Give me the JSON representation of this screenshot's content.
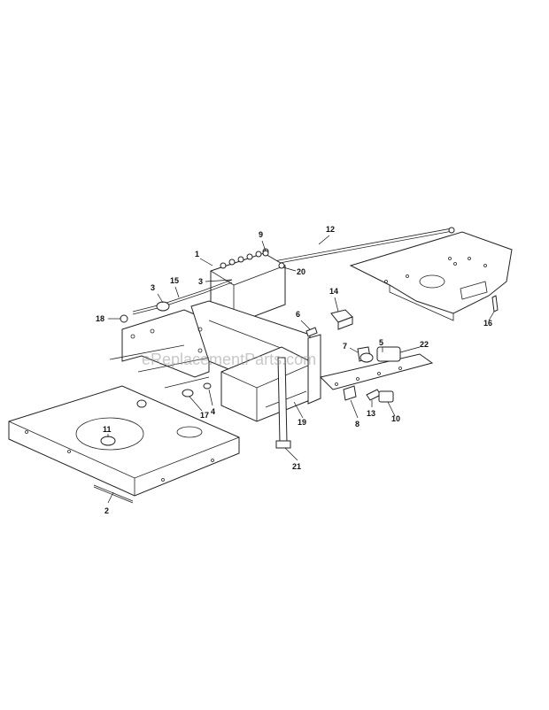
{
  "watermark": "eReplacementParts.com",
  "callouts": [
    {
      "id": "c1",
      "label": "1"
    },
    {
      "id": "c2",
      "label": "2"
    },
    {
      "id": "c3a",
      "label": "3"
    },
    {
      "id": "c3b",
      "label": "3"
    },
    {
      "id": "c4",
      "label": "4"
    },
    {
      "id": "c5",
      "label": "5"
    },
    {
      "id": "c6",
      "label": "6"
    },
    {
      "id": "c7",
      "label": "7"
    },
    {
      "id": "c8",
      "label": "8"
    },
    {
      "id": "c9",
      "label": "9"
    },
    {
      "id": "c10",
      "label": "10"
    },
    {
      "id": "c11",
      "label": "11"
    },
    {
      "id": "c12",
      "label": "12"
    },
    {
      "id": "c13",
      "label": "13"
    },
    {
      "id": "c14",
      "label": "14"
    },
    {
      "id": "c15",
      "label": "15"
    },
    {
      "id": "c16",
      "label": "16"
    },
    {
      "id": "c17",
      "label": "17"
    },
    {
      "id": "c18",
      "label": "18"
    },
    {
      "id": "c19",
      "label": "19"
    },
    {
      "id": "c20",
      "label": "20"
    },
    {
      "id": "c21",
      "label": "21"
    },
    {
      "id": "c22",
      "label": "22"
    }
  ]
}
